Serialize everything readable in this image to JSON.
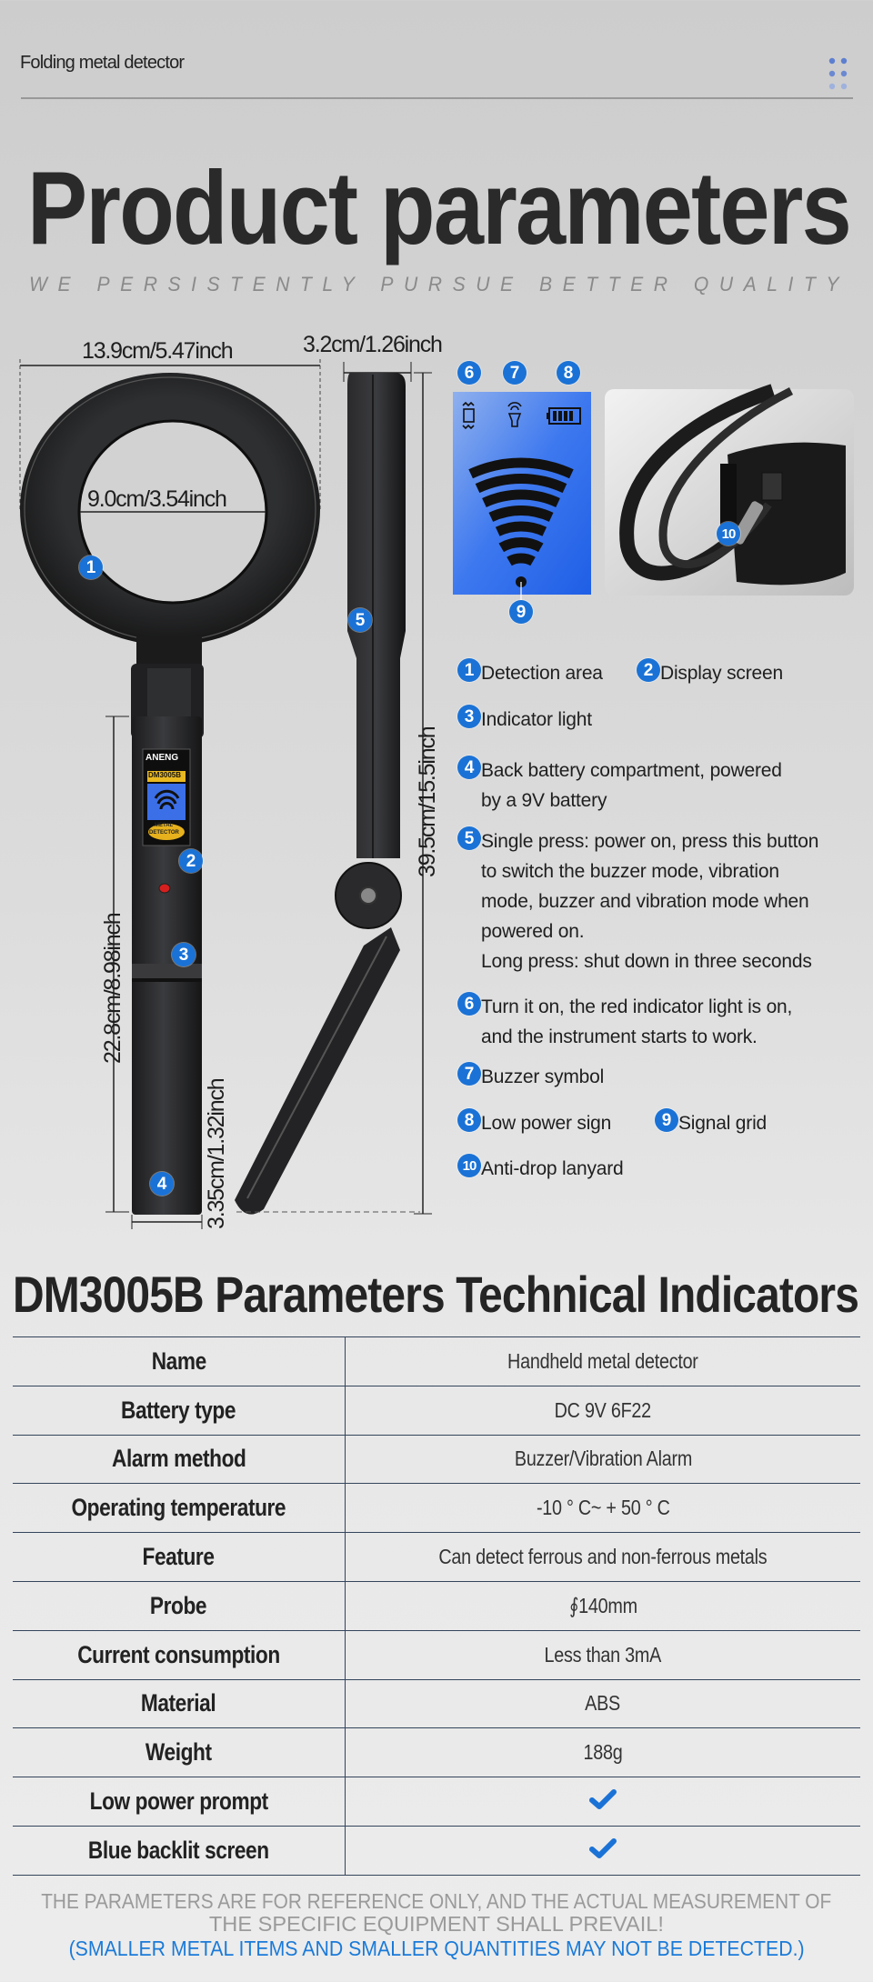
{
  "header": {
    "label": "Folding metal detector",
    "menu_icon": "dots-grid-icon",
    "title": "Product parameters",
    "subtitle": "WE PERSISTENTLY PURSUE BETTER QUALITY"
  },
  "colors": {
    "accent_blue": "#1a72d6",
    "lcd_blue": "#2f6ff0",
    "table_line": "#34455c",
    "footer_gray": "#9a9a9a",
    "footer_blue": "#1a7ad8"
  },
  "dimensions": {
    "ring_outer": "13.9cm/5.47inch",
    "ring_inner": "9.0cm/3.54inch",
    "thickness": "3.2cm/1.26inch",
    "total_length": "39.5cm/15.5inch",
    "handle_length": "22.8cm/8.98inch",
    "handle_width": "3.35cm/1.32inch"
  },
  "device_labels": {
    "brand": "ANENG",
    "model": "DM3005B",
    "badge_line1": "METAL",
    "badge_line2": "DETECTOR"
  },
  "lcd_icons": [
    "vibration-icon",
    "buzzer-icon",
    "battery-icon"
  ],
  "legend": {
    "lines": [
      [
        {
          "num": "1",
          "text": "Detection area"
        },
        {
          "num": "2",
          "text": "Display screen"
        }
      ],
      [
        {
          "num": "3",
          "text": "Indicator light"
        }
      ],
      [
        {
          "num": "4",
          "text": "Back battery compartment, powered\nby a 9V battery"
        }
      ],
      [
        {
          "num": "5",
          "text": "Single press: power on, press this button\nto switch the buzzer mode, vibration\nmode, buzzer and vibration mode when\npowered on.\nLong press: shut down in three seconds"
        }
      ],
      [
        {
          "num": "6",
          "text": "Turn it on, the red indicator light is on,\nand the instrument starts to work."
        }
      ],
      [
        {
          "num": "7",
          "text": "Buzzer symbol"
        }
      ],
      [
        {
          "num": "8",
          "text": "Low power sign"
        },
        {
          "num": "9",
          "text": "Signal grid"
        }
      ],
      [
        {
          "num": "10",
          "text": "Anti-drop lanyard"
        }
      ]
    ]
  },
  "specs": {
    "title": "DM3005B Parameters Technical Indicators",
    "rows": [
      {
        "label": "Name",
        "value": "Handheld metal detector"
      },
      {
        "label": "Battery type",
        "value": "DC 9V 6F22"
      },
      {
        "label": "Alarm method",
        "value": "Buzzer/Vibration Alarm"
      },
      {
        "label": "Operating temperature",
        "value": "-10 ° C~ + 50 ° C"
      },
      {
        "label": "Feature",
        "value": "Can detect ferrous and non-ferrous metals"
      },
      {
        "label": "Probe",
        "value": "∮140mm"
      },
      {
        "label": "Current consumption",
        "value": "Less than 3mA"
      },
      {
        "label": "Material",
        "value": "ABS"
      },
      {
        "label": "Weight",
        "value": "188g"
      },
      {
        "label": "Low power prompt",
        "value": null,
        "icon": "check-icon",
        "supported": true
      },
      {
        "label": "Blue backlit screen",
        "value": null,
        "icon": "check-icon",
        "supported": true
      }
    ]
  },
  "footer": {
    "note_line1": "THE PARAMETERS ARE FOR REFERENCE ONLY, AND THE ACTUAL MEASUREMENT OF",
    "note_line2": "THE SPECIFIC EQUIPMENT SHALL PREVAIL!",
    "warning": "(SMALLER METAL ITEMS AND SMALLER QUANTITIES MAY NOT BE DETECTED.)"
  }
}
